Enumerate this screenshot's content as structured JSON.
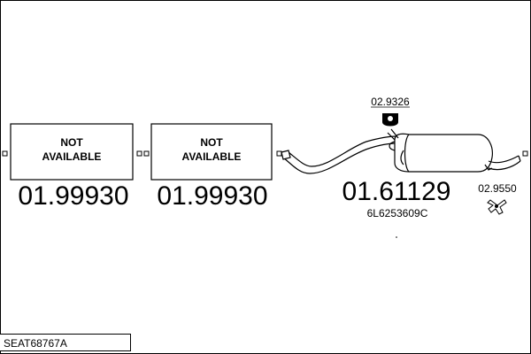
{
  "sections": [
    {
      "status_line1": "NOT",
      "status_line2": "AVAILABLE",
      "part_number": "01.99930"
    },
    {
      "status_line1": "NOT",
      "status_line2": "AVAILABLE",
      "part_number": "01.99930"
    },
    {
      "part_number": "01.61129",
      "oem_number": "6L6253609C"
    }
  ],
  "mounting_parts": [
    {
      "part_number": "02.9326",
      "icon": "rubber-hanger-icon"
    },
    {
      "part_number": "02.9550",
      "icon": "bracket-clamp-icon"
    }
  ],
  "system_id": "SEAT68767A"
}
